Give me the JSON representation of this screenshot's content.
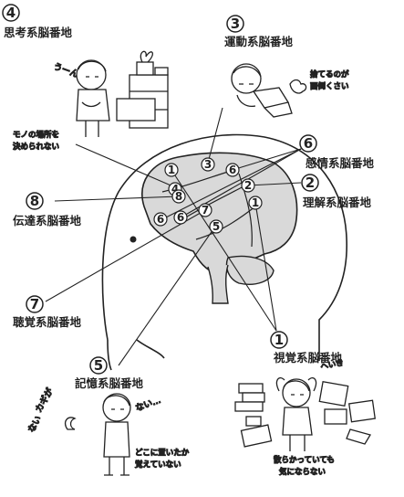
{
  "regions": {
    "thinking": {
      "number": "4",
      "name": "思考系脳番地",
      "note_line1": "モノの場所を",
      "note_line2": "決められない",
      "sound": "うーん"
    },
    "motor": {
      "number": "3",
      "name": "運動系脳番地",
      "note_line1": "捨てるのが",
      "note_line2": "面倒くさい"
    },
    "emotion": {
      "number": "6",
      "name": "感情系脳番地"
    },
    "comprehension": {
      "number": "2",
      "name": "理解系脳番地"
    },
    "transmission": {
      "number": "8",
      "name": "伝達系脳番地"
    },
    "auditory": {
      "number": "7",
      "name": "聴覚系脳番地"
    },
    "memory": {
      "number": "5",
      "name": "記憶系脳番地",
      "sound1": "カギが",
      "sound2": "ない",
      "sound3": "ない…",
      "note_line1": "どこに置いたか",
      "note_line2": "覚えていない"
    },
    "visual": {
      "number": "1",
      "name": "視覚系脳番地",
      "sound": "へいき",
      "note_line1": "散らかっていても",
      "note_line2": "気にならない"
    }
  },
  "brain_markers": [
    "1",
    "3",
    "6",
    "4",
    "8",
    "2",
    "1",
    "6",
    "6",
    "7",
    "5"
  ],
  "colors": {
    "brain": "#d9d9d9",
    "line": "#222222",
    "skin": "#ffffff"
  }
}
